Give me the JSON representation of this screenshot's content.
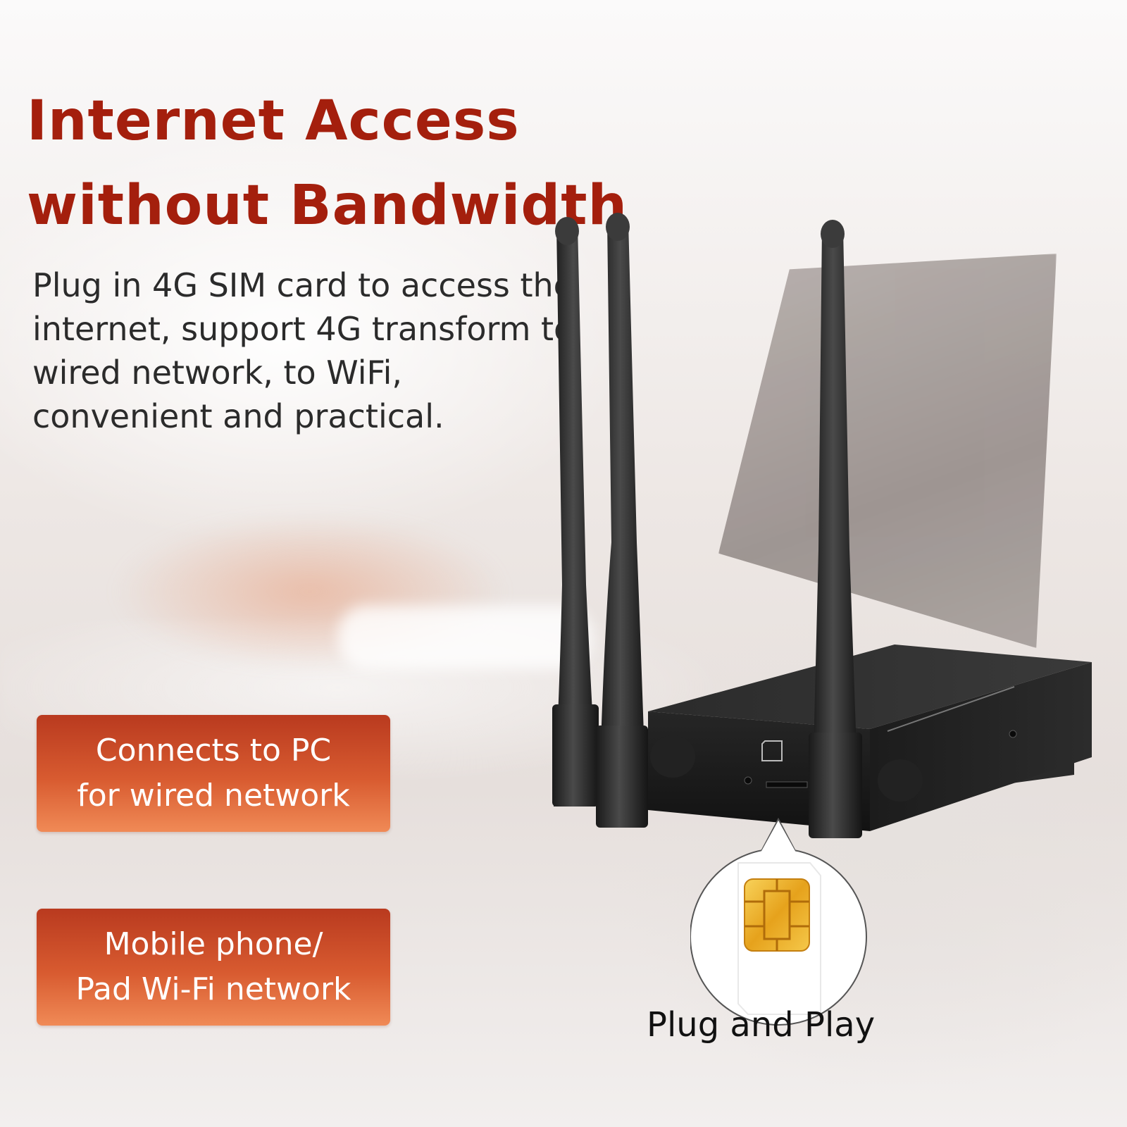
{
  "headline": {
    "line1": "Internet Access",
    "line2": "without Bandwidth"
  },
  "description": "Plug in 4G SIM card to access the internet, support 4G transform to wired network, to WiFi, convenient and practical.",
  "features": [
    {
      "line1": "Connects to PC",
      "line2": "for wired network"
    },
    {
      "line1": "Mobile phone/",
      "line2": "Pad Wi-Fi network"
    }
  ],
  "caption": "Plug and Play",
  "colors": {
    "headline": "#a41f0d",
    "feature_top": "#b93a1f",
    "feature_bottom": "#f08a56",
    "text": "#2b2b2b"
  },
  "icons": [
    "router-image",
    "antenna-icon",
    "sim-card-icon",
    "sim-slot-icon"
  ]
}
